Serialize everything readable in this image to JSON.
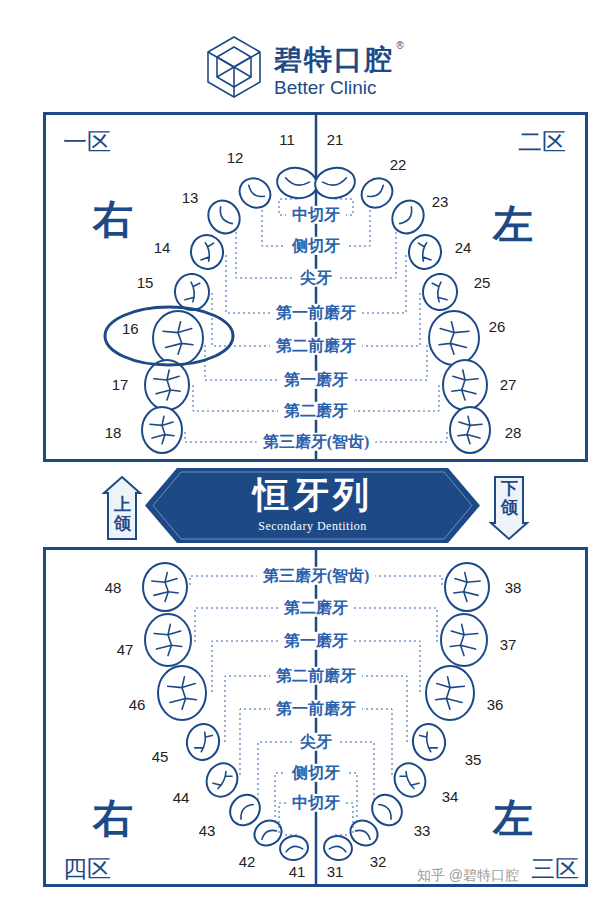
{
  "diagram": {
    "nodes": [
      {
        "text": [
          "一区",
          "右",
          "二区",
          "左"
        ]
      },
      {
        "text": [
          "16"
        ],
        "in": 0
      },
      {
        "text": [
          "恒牙列",
          "Secondary Dentition"
        ]
      },
      {
        "text": [
          "上颌"
        ]
      },
      {
        "text": [
          "下颌"
        ]
      },
      {
        "text": [
          "右",
          "四区",
          "左",
          "三区"
        ]
      }
    ],
    "labels": [
      "碧特口腔",
      "®",
      "Better Clinic",
      "11",
      "12",
      "13",
      "14",
      "15",
      "17",
      "18",
      "21",
      "22",
      "23",
      "24",
      "25",
      "26",
      "27",
      "28",
      "中切牙",
      "侧切牙",
      "尖牙",
      "第一前磨牙",
      "第二前磨牙",
      "第一磨牙",
      "第二磨牙",
      "第三磨牙(智齿)",
      "第三磨牙(智齿)",
      "第二磨牙",
      "第一磨牙",
      "第二前磨牙",
      "第一前磨牙",
      "尖牙",
      "侧切牙",
      "中切牙",
      "48",
      "47",
      "46",
      "45",
      "44",
      "43",
      "42",
      "41",
      "38",
      "37",
      "36",
      "35",
      "34",
      "33",
      "32",
      "31",
      "知乎 @碧特口腔"
    ]
  }
}
